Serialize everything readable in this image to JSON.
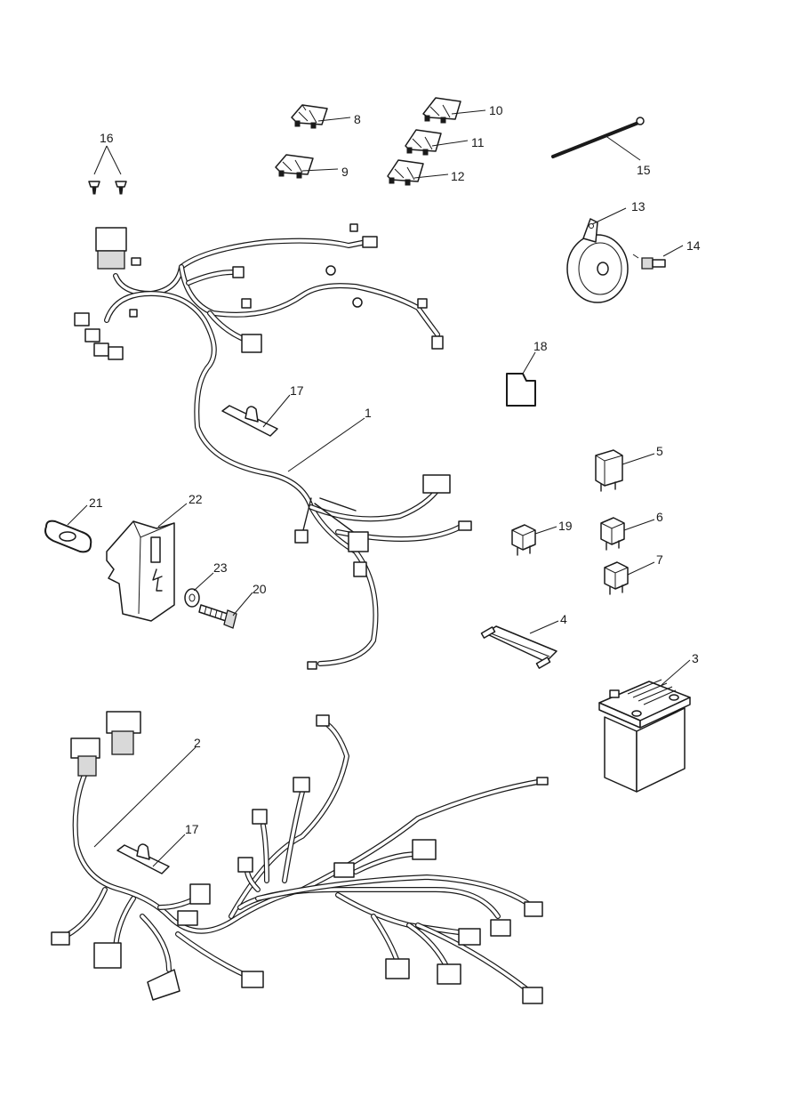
{
  "callouts": {
    "c1": "1",
    "c2": "2",
    "c3": "3",
    "c4": "4",
    "c5": "5",
    "c6": "6",
    "c7": "7",
    "c8": "8",
    "c9": "9",
    "c10": "10",
    "c11": "11",
    "c12": "12",
    "c13": "13",
    "c14": "14",
    "c15": "15",
    "c16": "16",
    "c17a": "17",
    "c17b": "17",
    "c18": "18",
    "c19": "19",
    "c20": "20",
    "c21": "21",
    "c22": "22",
    "c23": "23"
  }
}
